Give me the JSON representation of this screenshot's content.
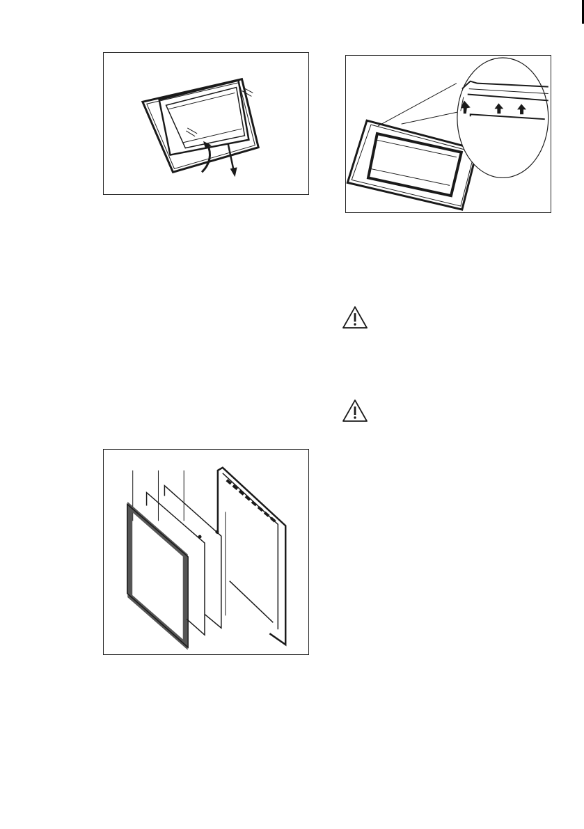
{
  "page": {
    "colors": {
      "ink": "#1a1a1a",
      "background": "#ffffff"
    },
    "figures": [
      {
        "id": "door-panel-removal",
        "icons": [
          "curved-arrow-icon",
          "down-arrow-icon"
        ]
      },
      {
        "id": "door-panel-insertion-detail",
        "icons": [
          "magnifier-detail-icon",
          "up-arrow-icon"
        ]
      },
      {
        "id": "door-glass-panels-exploded",
        "icons": []
      }
    ],
    "warnings": [
      {
        "icon": "warning-triangle-icon"
      },
      {
        "icon": "warning-triangle-icon"
      }
    ]
  }
}
